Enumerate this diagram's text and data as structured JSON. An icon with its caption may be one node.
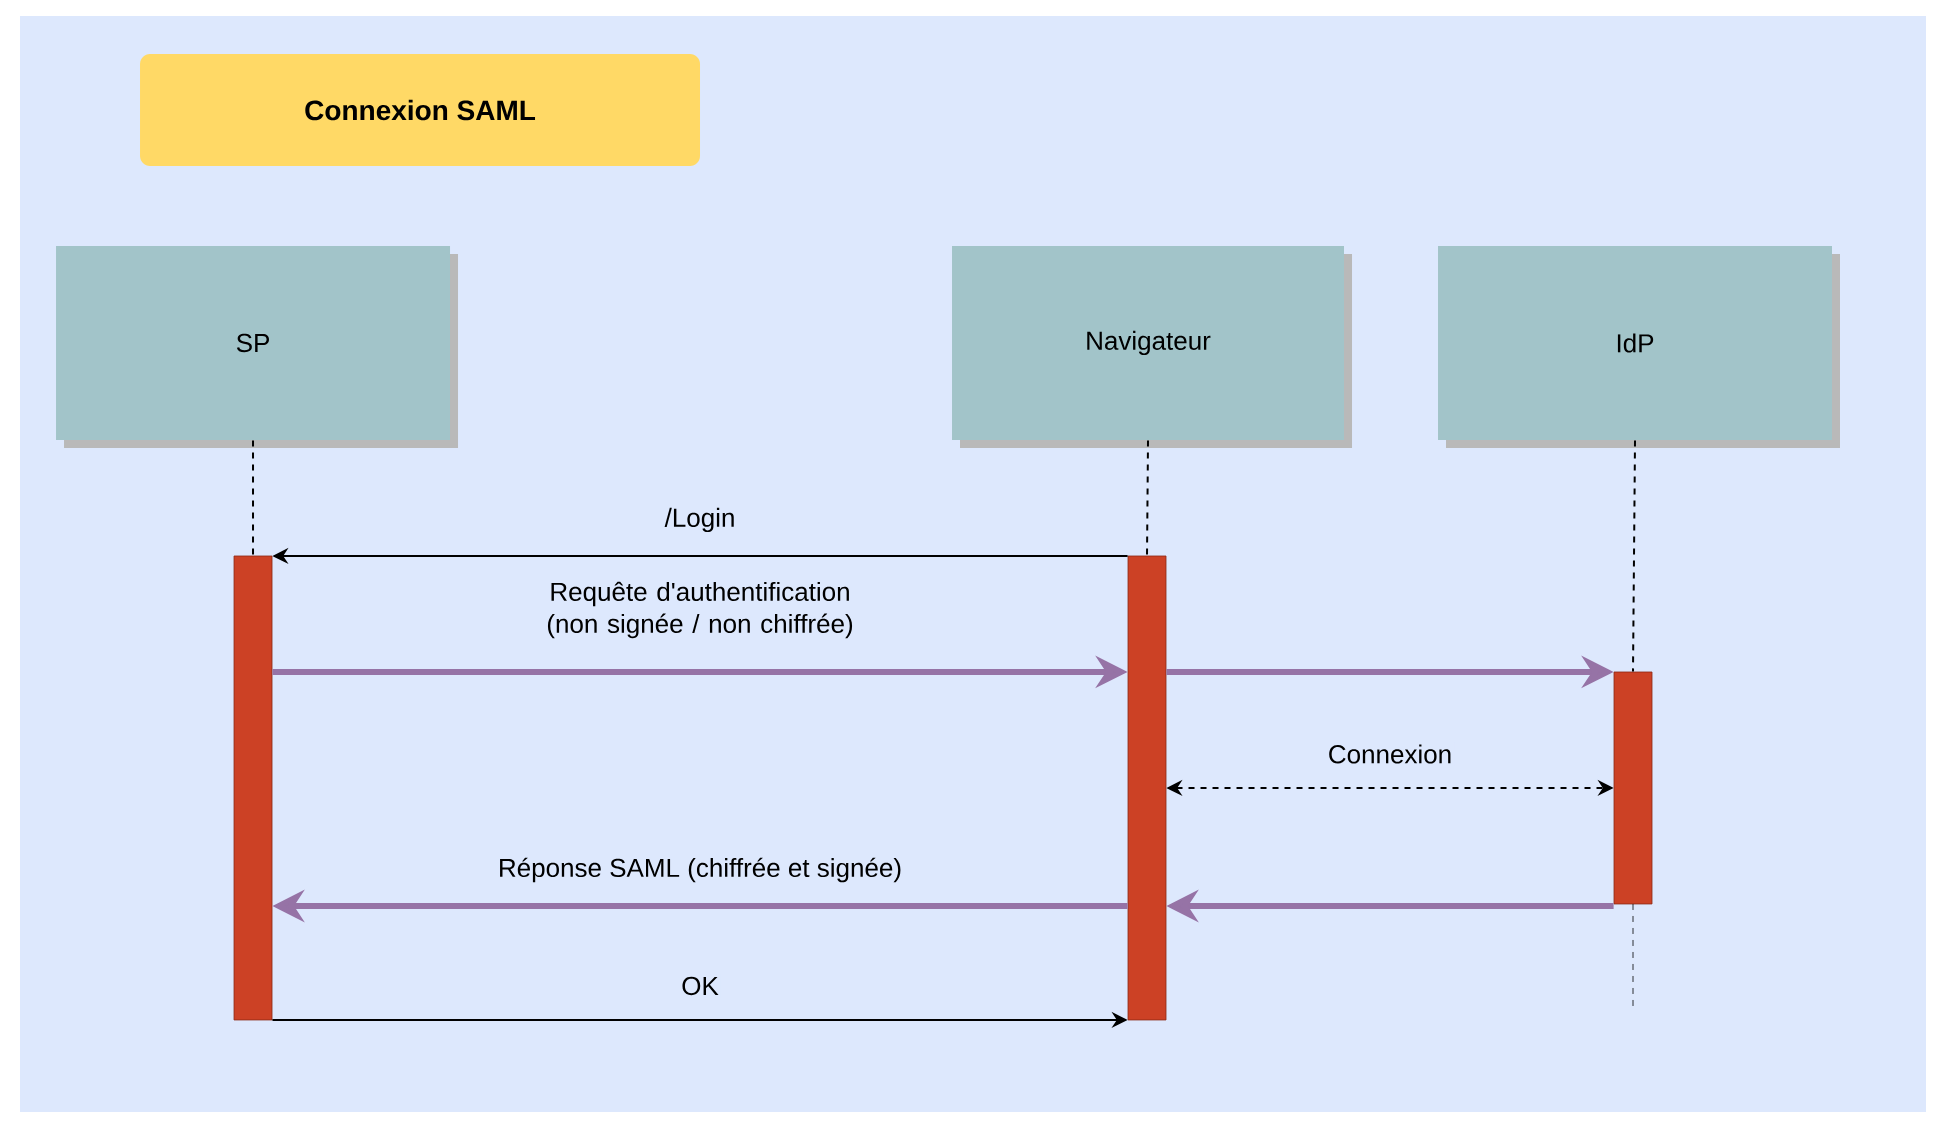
{
  "diagram": {
    "title": "Connexion SAML",
    "nodes": [
      {
        "text": [
          "SP"
        ]
      },
      {
        "text": [
          "Navigateur"
        ]
      },
      {
        "text": [
          "IdP"
        ]
      },
      {
        "text": [],
        "shape": "bar"
      },
      {
        "text": [],
        "shape": "bar"
      },
      {
        "text": [],
        "shape": "bar"
      }
    ],
    "edges": [
      {
        "from": 0,
        "to": 3,
        "arrow": "none",
        "style": "dashed"
      },
      {
        "from": 1,
        "to": 4,
        "arrow": "none",
        "style": "dashed"
      },
      {
        "from": 2,
        "to": 5,
        "arrow": "none",
        "style": "dashed"
      },
      {
        "from": 4,
        "to": 3,
        "arrow": "to",
        "label": "/Login"
      },
      {
        "from": 3,
        "to": 4,
        "arrow": "to",
        "label": "Requête d'authentification (non signée / non chiffrée)",
        "style": "thick",
        "color": "#9673a6"
      },
      {
        "from": 4,
        "to": 5,
        "arrow": "to",
        "style": "thick",
        "color": "#9673a6"
      },
      {
        "from": 4,
        "to": 5,
        "arrow": "both",
        "label": "Connexion",
        "style": "dashed"
      },
      {
        "from": 5,
        "to": 4,
        "arrow": "to",
        "style": "thick",
        "color": "#9673a6"
      },
      {
        "from": 4,
        "to": 3,
        "arrow": "to",
        "label": "Réponse SAML (chiffrée et signée)",
        "style": "thick",
        "color": "#9673a6"
      },
      {
        "from": 3,
        "to": 4,
        "arrow": "to",
        "label": "OK"
      }
    ]
  }
}
